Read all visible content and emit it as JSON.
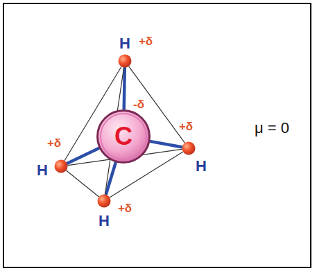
{
  "diagram": {
    "nodes": [
      {
        "text": [
          "H",
          "+δ"
        ]
      },
      {
        "text": [
          "C"
        ]
      },
      {
        "text": [
          "+δ",
          "H"
        ]
      },
      {
        "text": [
          "+δ",
          "H"
        ]
      },
      {
        "text": [
          "+δ",
          "H"
        ]
      }
    ],
    "edges": [
      {
        "from": 1,
        "to": 0,
        "arrow": "none"
      },
      {
        "from": 1,
        "to": 2,
        "arrow": "none"
      },
      {
        "from": 1,
        "to": 3,
        "arrow": "none"
      },
      {
        "from": 1,
        "to": 4,
        "arrow": "none"
      },
      {
        "from": 0,
        "to": 2,
        "arrow": "none"
      },
      {
        "from": 0,
        "to": 3,
        "arrow": "none"
      },
      {
        "from": 0,
        "to": 4,
        "arrow": "none"
      },
      {
        "from": 2,
        "to": 3,
        "arrow": "none"
      },
      {
        "from": 2,
        "to": 4,
        "arrow": "none"
      },
      {
        "from": 3,
        "to": 4,
        "arrow": "none"
      }
    ],
    "labels": [
      "-δ",
      "μ = 0"
    ]
  }
}
